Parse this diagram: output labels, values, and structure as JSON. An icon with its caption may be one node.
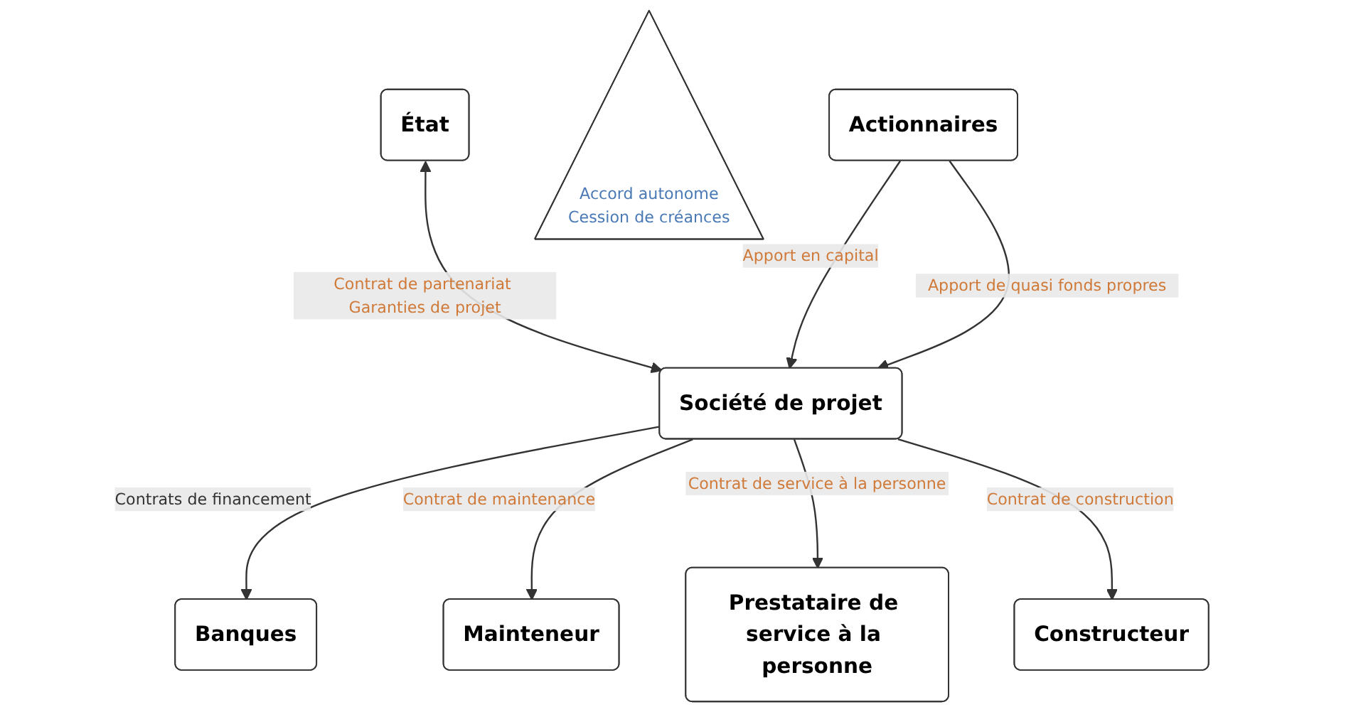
{
  "diagram": {
    "nodes": [
      {
        "text": [
          "État"
        ]
      },
      {
        "text": [
          "Accord autonome",
          "Cession de créances"
        ]
      },
      {
        "text": [
          "Banques"
        ]
      },
      {
        "text": [
          "Société de projet"
        ]
      },
      {
        "text": [
          "Actionnaires"
        ]
      },
      {
        "text": [
          "Mainteneur"
        ]
      },
      {
        "text": [
          "Prestataire de service à la personne"
        ]
      },
      {
        "text": [
          "Constructeur"
        ]
      }
    ],
    "edges": [
      {
        "from": 0,
        "to": 3,
        "arrow": "both",
        "label": "Contrat de partenariat Garanties de projet"
      },
      {
        "from": 3,
        "to": 2,
        "arrow": "to",
        "label": "Contrats de financement"
      },
      {
        "from": 4,
        "to": 3,
        "arrow": "to",
        "label": "Apport en capital"
      },
      {
        "from": 4,
        "to": 3,
        "arrow": "to",
        "label": "Apport de quasi fonds propres"
      },
      {
        "from": 3,
        "to": 5,
        "arrow": "to",
        "label": "Contrat de maintenance"
      },
      {
        "from": 3,
        "to": 6,
        "arrow": "to",
        "label": "Contrat de service à la personne"
      },
      {
        "from": 3,
        "to": 7,
        "arrow": "to",
        "label": "Contrat de construction"
      }
    ]
  }
}
